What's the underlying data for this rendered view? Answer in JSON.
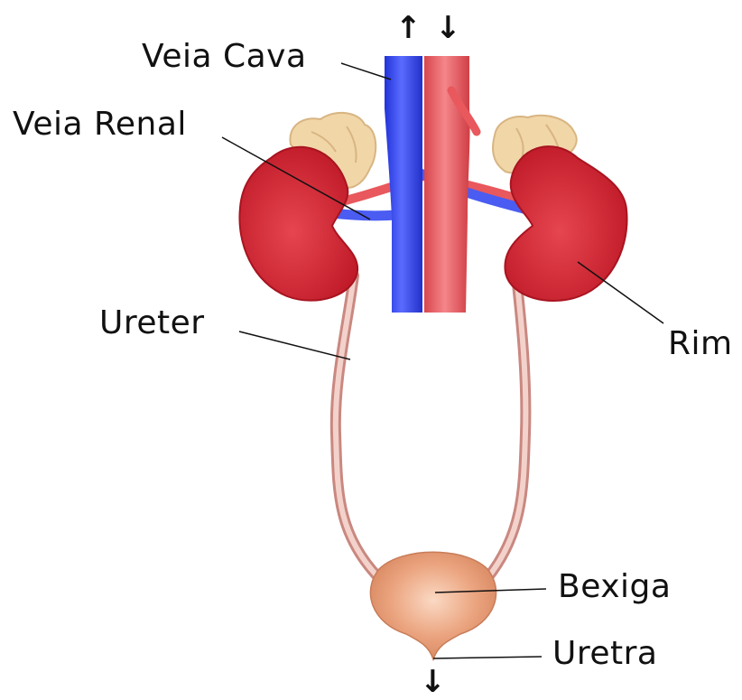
{
  "labels": {
    "veia_cava": "Veia Cava",
    "veia_renal": "Veia Renal",
    "ureter": "Ureter",
    "rim": "Rim",
    "bexiga": "Bexiga",
    "uretra": "Uretra"
  },
  "arrows": {
    "up": "↑",
    "down": "↓",
    "out": "↓"
  },
  "colors": {
    "vein": "#3a4bf0",
    "artery": "#e8585c",
    "kidney": "#d42433",
    "adrenal": "#f1d6a8",
    "ureter": "#e8b0a8",
    "bladder": "#e29570"
  }
}
